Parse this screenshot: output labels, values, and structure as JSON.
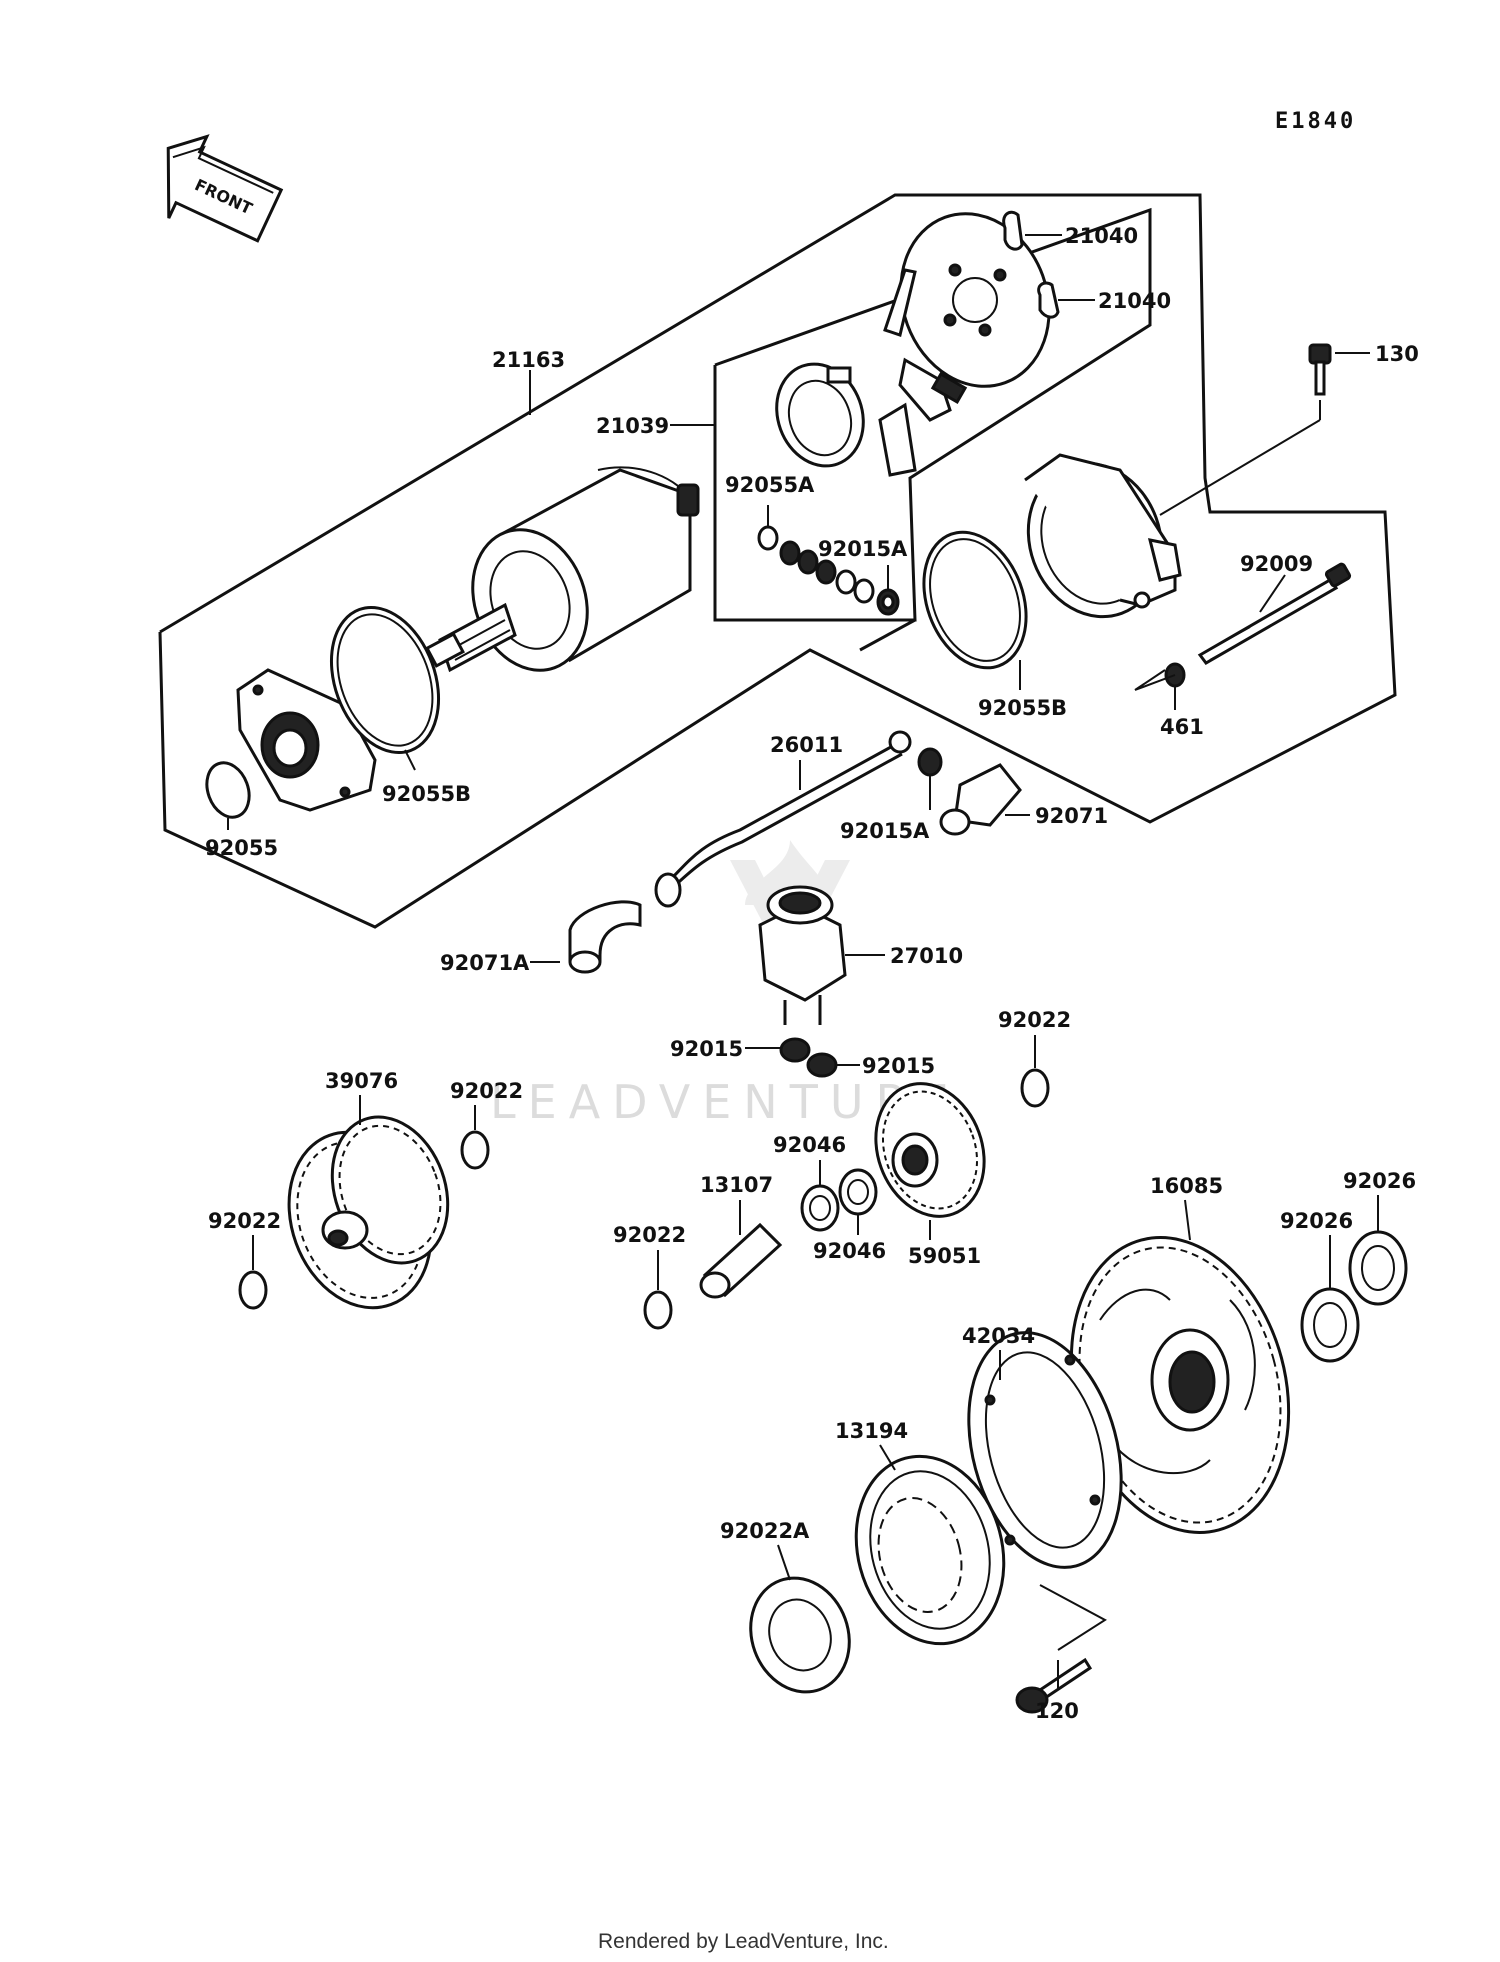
{
  "diagram_code": "E1840",
  "front_label": "FRONT",
  "watermark": "LEADVENTURE",
  "footer": "Rendered by LeadVenture, Inc.",
  "parts": {
    "p21040a": "21040",
    "p21040b": "21040",
    "p130": "130",
    "p21163": "21163",
    "p21039": "21039",
    "p92055A": "92055A",
    "p92015A_top": "92015A",
    "p92009": "92009",
    "p92055B_right": "92055B",
    "p461": "461",
    "p92055B_left": "92055B",
    "p92055": "92055",
    "p26011": "26011",
    "p92015A_mid": "92015A",
    "p92071": "92071",
    "p92071A": "92071A",
    "p27010": "27010",
    "p92022_top": "92022",
    "p92015_a": "92015",
    "p92015_b": "92015",
    "p39076": "39076",
    "p92022_b": "92022",
    "p92046_a": "92046",
    "p13107": "13107",
    "p92022_left": "92022",
    "p92022_mid": "92022",
    "p92046_b": "92046",
    "p59051": "59051",
    "p16085": "16085",
    "p92026_a": "92026",
    "p92026_b": "92026",
    "p42034": "42034",
    "p13194": "13194",
    "p92022A": "92022A",
    "p120": "120"
  }
}
